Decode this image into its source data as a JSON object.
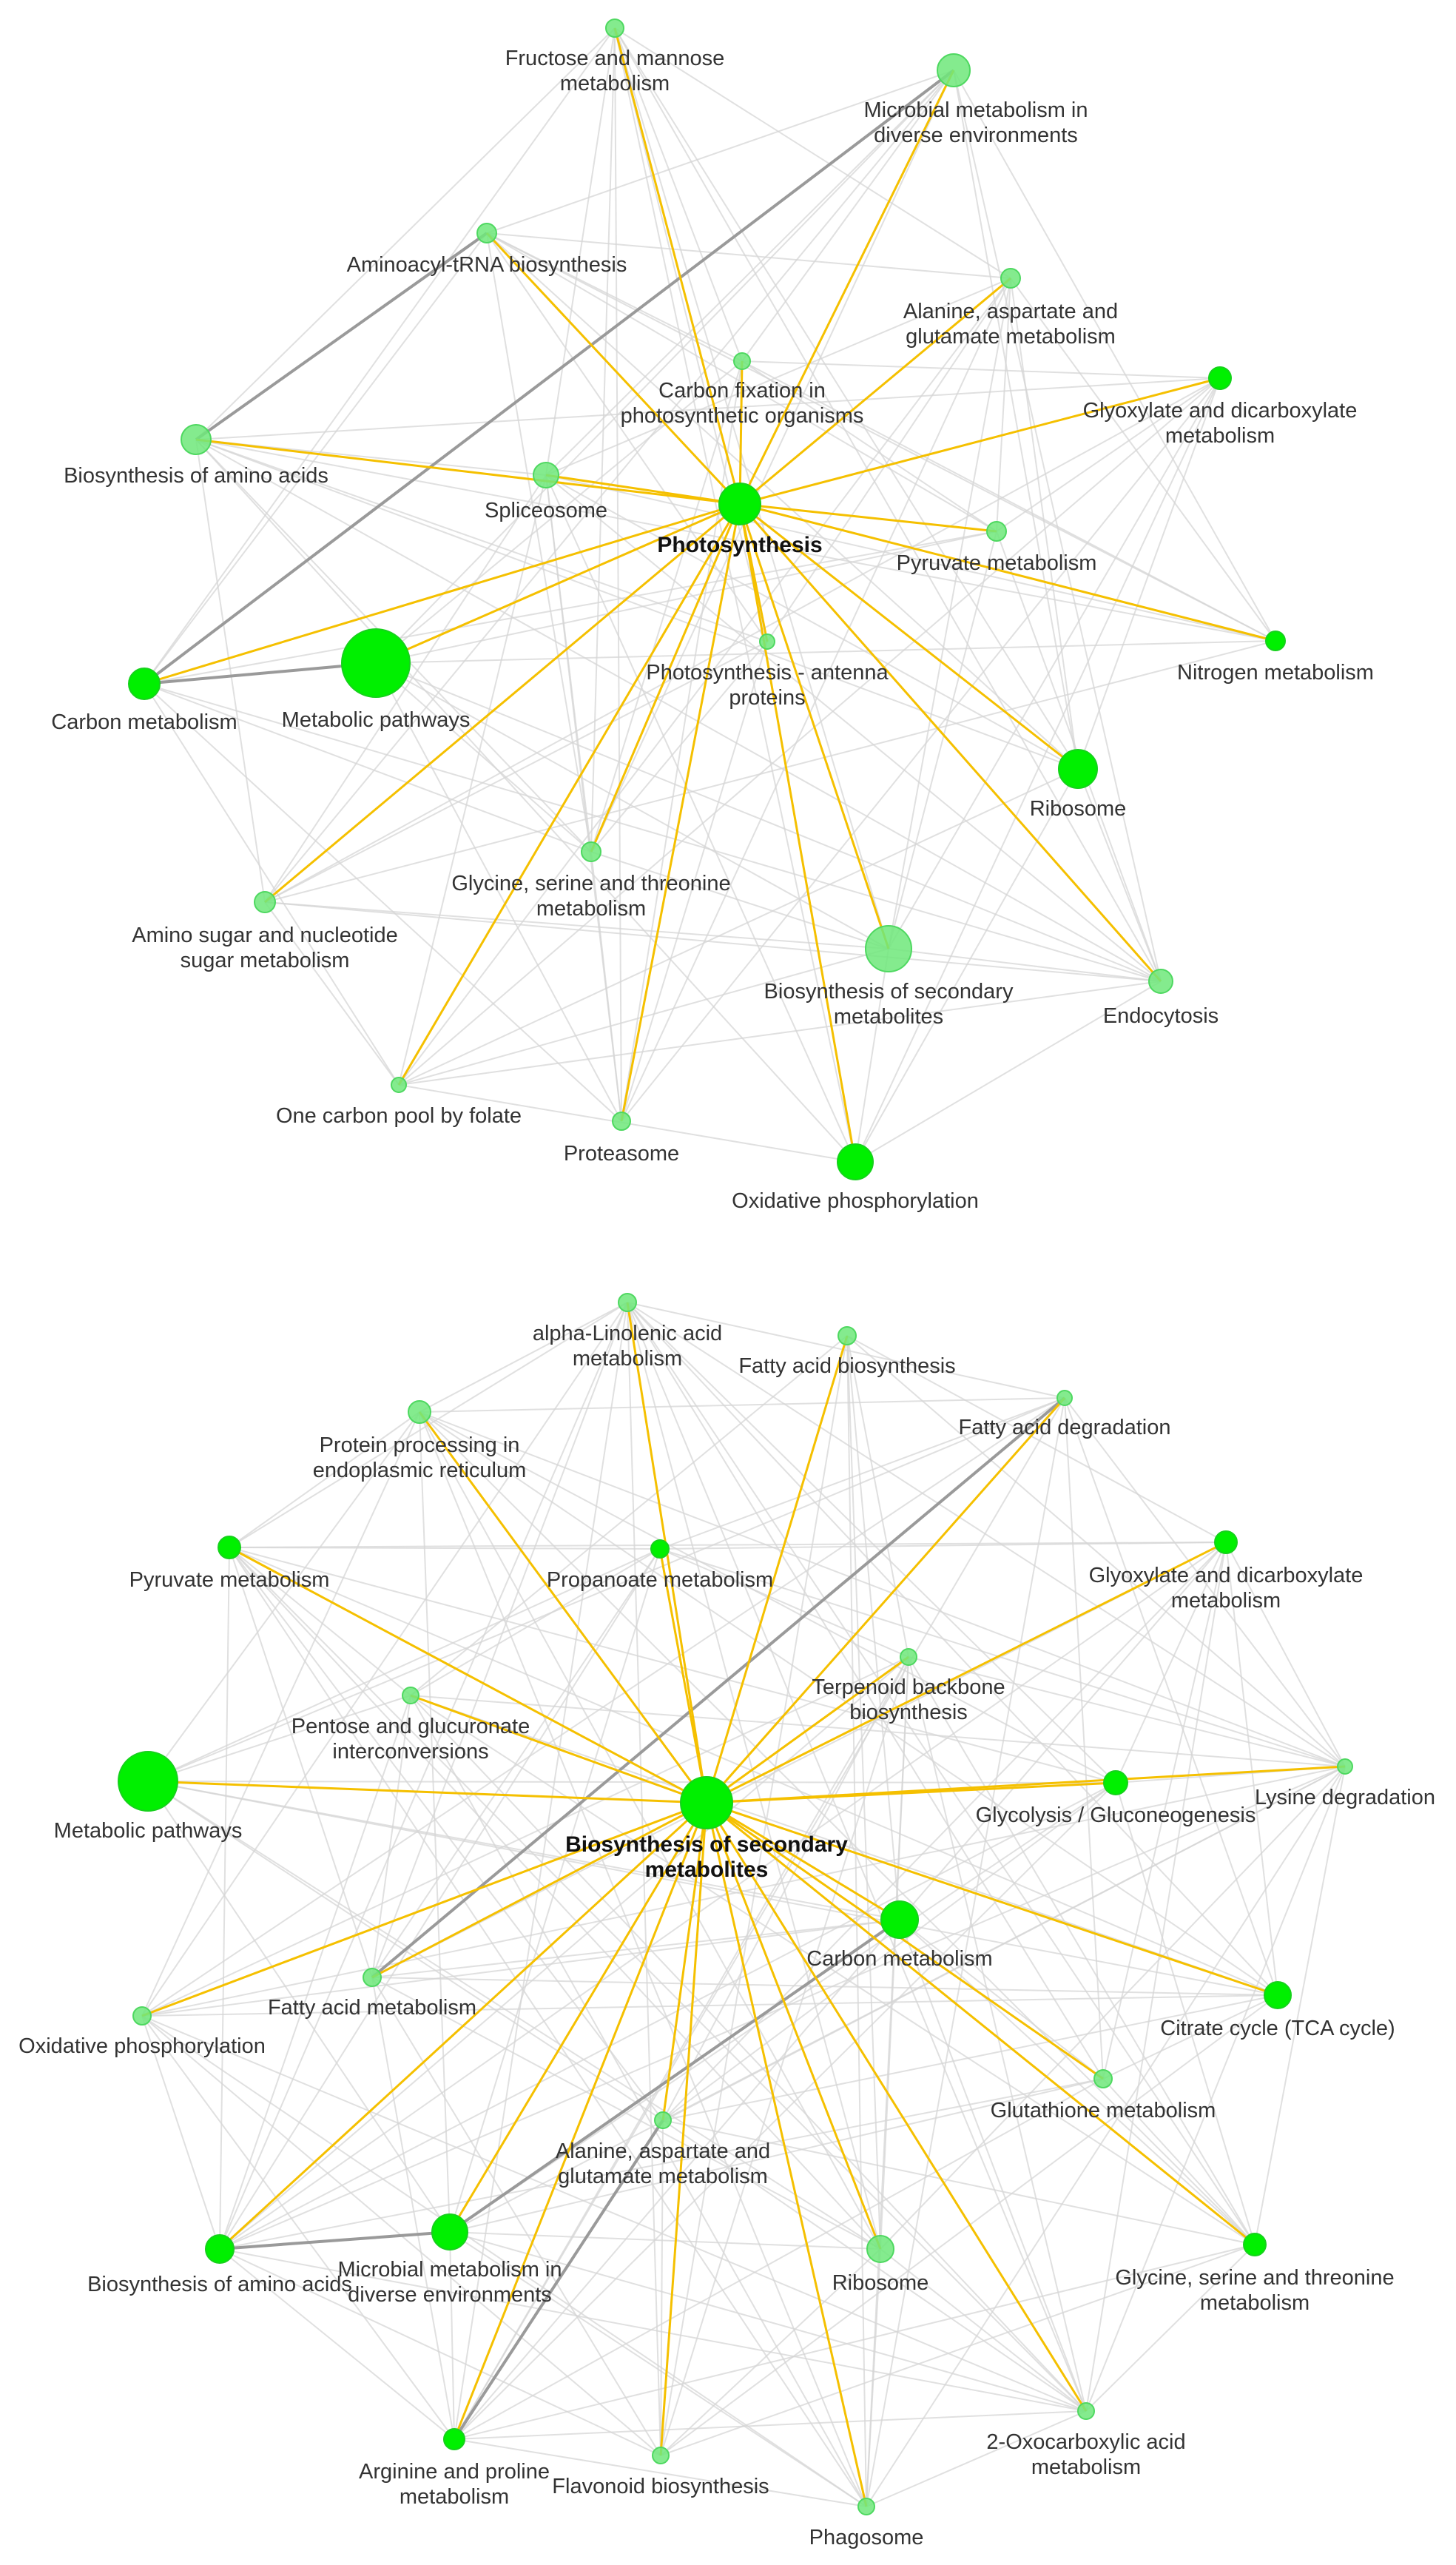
{
  "colors": {
    "node": "#00f000",
    "node_faint": "#6ee87a",
    "hub_edge": "#f5c000",
    "strong_edge": "#9a9a9a",
    "weak_edge": "#d6d6d6",
    "label": "#333333"
  },
  "networks": [
    {
      "hub": "Photosynthesis",
      "nodes": [
        {
          "id": "photosynthesis",
          "label": "Photosynthesis",
          "hub": true
        },
        {
          "id": "fructose",
          "label": "Fructose and mannose\nmetabolism"
        },
        {
          "id": "microbial",
          "label": "Microbial metabolism in\ndiverse environments"
        },
        {
          "id": "aminoacyl",
          "label": "Aminoacyl-tRNA biosynthesis"
        },
        {
          "id": "alanine",
          "label": "Alanine, aspartate and\nglutamate metabolism"
        },
        {
          "id": "carbonfix",
          "label": "Carbon fixation in\nphotosynthetic organisms"
        },
        {
          "id": "glyoxylate",
          "label": "Glyoxylate and dicarboxylate\nmetabolism"
        },
        {
          "id": "biosynaa",
          "label": "Biosynthesis of amino acids"
        },
        {
          "id": "spliceosome",
          "label": "Spliceosome"
        },
        {
          "id": "pyruvate",
          "label": "Pyruvate metabolism"
        },
        {
          "id": "nitrogen",
          "label": "Nitrogen metabolism"
        },
        {
          "id": "antenna",
          "label": "Photosynthesis - antenna\nproteins"
        },
        {
          "id": "carbonmet",
          "label": "Carbon metabolism"
        },
        {
          "id": "metabolic",
          "label": "Metabolic pathways"
        },
        {
          "id": "ribosome",
          "label": "Ribosome"
        },
        {
          "id": "glycine",
          "label": "Glycine, serine and threonine\nmetabolism"
        },
        {
          "id": "aminosugar",
          "label": "Amino sugar and nucleotide\nsugar metabolism"
        },
        {
          "id": "secondary",
          "label": "Biosynthesis of secondary\nmetabolites"
        },
        {
          "id": "endocytosis",
          "label": "Endocytosis"
        },
        {
          "id": "onecarbon",
          "label": "One carbon pool by folate"
        },
        {
          "id": "proteasome",
          "label": "Proteasome"
        },
        {
          "id": "oxphos",
          "label": "Oxidative phosphorylation"
        }
      ]
    },
    {
      "hub": "Biosynthesis of secondary\nmetabolites",
      "nodes": [
        {
          "id": "secondary",
          "label": "Biosynthesis of secondary\nmetabolites",
          "hub": true
        },
        {
          "id": "linolenic",
          "label": "alpha-Linolenic acid\nmetabolism"
        },
        {
          "id": "fabio",
          "label": "Fatty acid biosynthesis"
        },
        {
          "id": "fadeg",
          "label": "Fatty acid degradation"
        },
        {
          "id": "protproc",
          "label": "Protein processing in\nendoplasmic reticulum"
        },
        {
          "id": "pyruvate",
          "label": "Pyruvate metabolism"
        },
        {
          "id": "propanoate",
          "label": "Propanoate metabolism"
        },
        {
          "id": "glyoxylate",
          "label": "Glyoxylate and dicarboxylate\nmetabolism"
        },
        {
          "id": "terpenoid",
          "label": "Terpenoid backbone\nbiosynthesis"
        },
        {
          "id": "pentose",
          "label": "Pentose and glucuronate\ninterconversions"
        },
        {
          "id": "metabolic",
          "label": "Metabolic pathways"
        },
        {
          "id": "lysine",
          "label": "Lysine degradation"
        },
        {
          "id": "glycolysis",
          "label": "Glycolysis / Gluconeogenesis"
        },
        {
          "id": "carbonmet",
          "label": "Carbon metabolism"
        },
        {
          "id": "fametab",
          "label": "Fatty acid metabolism"
        },
        {
          "id": "tca",
          "label": "Citrate cycle (TCA cycle)"
        },
        {
          "id": "oxphos",
          "label": "Oxidative phosphorylation"
        },
        {
          "id": "glutathione",
          "label": "Glutathione metabolism"
        },
        {
          "id": "alanine",
          "label": "Alanine, aspartate and\nglutamate metabolism"
        },
        {
          "id": "biosynaa",
          "label": "Biosynthesis of amino acids"
        },
        {
          "id": "microbial",
          "label": "Microbial metabolism in\ndiverse environments"
        },
        {
          "id": "ribosome",
          "label": "Ribosome"
        },
        {
          "id": "glycine",
          "label": "Glycine, serine and threonine\nmetabolism"
        },
        {
          "id": "oxocarb",
          "label": "2-Oxocarboxylic acid\nmetabolism"
        },
        {
          "id": "arginine",
          "label": "Arginine and proline\nmetabolism"
        },
        {
          "id": "flavonoid",
          "label": "Flavonoid biosynthesis"
        },
        {
          "id": "phagosome",
          "label": "Phagosome"
        }
      ]
    }
  ]
}
